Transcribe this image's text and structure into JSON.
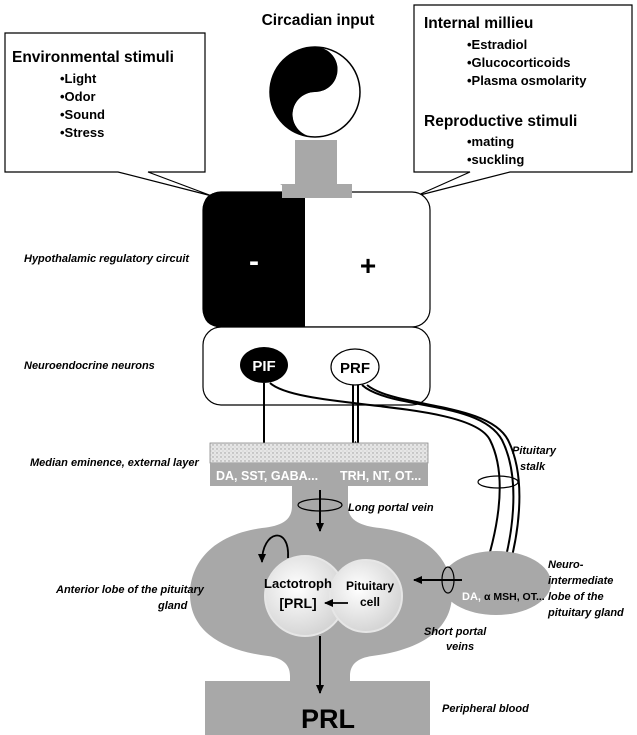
{
  "circadian": {
    "title": "Circadian input"
  },
  "environmental": {
    "title": "Environmental stimuli",
    "items": [
      "•Light",
      "•Odor",
      "•Sound",
      "•Stress"
    ]
  },
  "internal": {
    "title": "Internal millieu",
    "items": [
      "•Estradiol",
      "•Glucocorticoids",
      "•Plasma osmolarity"
    ]
  },
  "reproductive": {
    "title": "Reproductive stimuli",
    "items": [
      "•mating",
      "•suckling"
    ]
  },
  "circuit": {
    "minus": "-",
    "plus": "+"
  },
  "neurons": {
    "pif": "PIF",
    "prf": "PRF"
  },
  "eminence": {
    "left": "DA, SST, GABA...",
    "right": "TRH, NT, OT..."
  },
  "labels": {
    "hypothalamic": "Hypothalamic regulatory circuit",
    "neuroendocrine": "Neuroendocrine neurons",
    "median": "Median eminence,  external layer",
    "pituitary_stalk_1": "Pituitary",
    "pituitary_stalk_2": "stalk",
    "long_portal": "Long portal  vein",
    "neuro_1": "Neuro-",
    "neuro_2": "intermediate",
    "neuro_3": "lobe of the",
    "neuro_4": "pituitary gland",
    "anterior_1": "Anterior lobe of the pituitary",
    "anterior_2": "gland",
    "short_portal_1": "Short portal",
    "short_portal_2": "veins",
    "peripheral": "Peripheral blood"
  },
  "cells": {
    "lactotroph_1": "Lactotroph",
    "lactotroph_2": "[PRL]",
    "pituitary_1": "Pituitary",
    "pituitary_2": "cell"
  },
  "intermediate": {
    "da": "DA,",
    "msh": "α MSH, OT..."
  },
  "output": {
    "prl": "PRL"
  },
  "colors": {
    "gray": "#a8a8a8",
    "light_gray": "#c8c8c8",
    "black": "#000000"
  }
}
